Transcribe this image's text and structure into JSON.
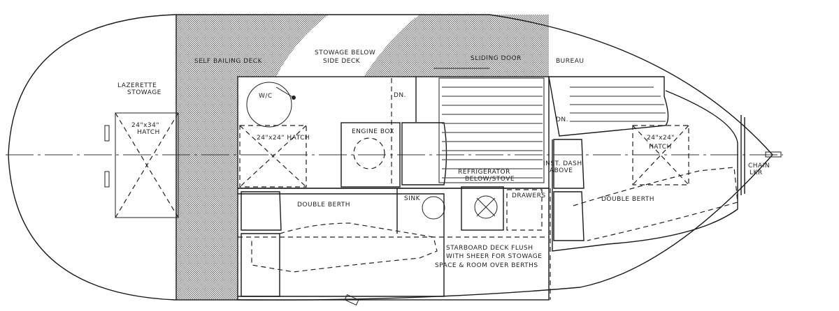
{
  "labels": {
    "lazarette": [
      "LAZERETTE",
      "STOWAGE"
    ],
    "aft_hatch": [
      "24\"x34\"",
      "HATCH"
    ],
    "self_bailing": "SELF BAILING DECK",
    "storage_below": [
      "STOWAGE BELOW",
      "SIDE DECK"
    ],
    "wc": "W/C",
    "mid_hatch": "24\"x24\" HATCH",
    "down_aft": "DN.",
    "engine_box": "ENGINE BOX",
    "sliding_door": "SLIDING DOOR",
    "bureau": "BUREAU",
    "down_fwd": "DN.",
    "refrigerator": [
      "REFRIGERATOR",
      "BELOW/STOVE"
    ],
    "inst_dash": [
      "INST. DASH",
      "ABOVE"
    ],
    "fwd_hatch": [
      "24\"x24\"",
      "HATCH"
    ],
    "chain_locker": [
      "CHAIN",
      "LKR"
    ],
    "double_berth_aft": "DOUBLE BERTH",
    "sink": "SINK",
    "drawers": "DRAWERS",
    "double_berth_fwd": "DOUBLE BERTH",
    "starboard_note": [
      "STARBOARD DECK FLUSH",
      "WITH SHEER FOR STOWAGE",
      "SPACE & ROOM OVER BERTHS"
    ]
  }
}
